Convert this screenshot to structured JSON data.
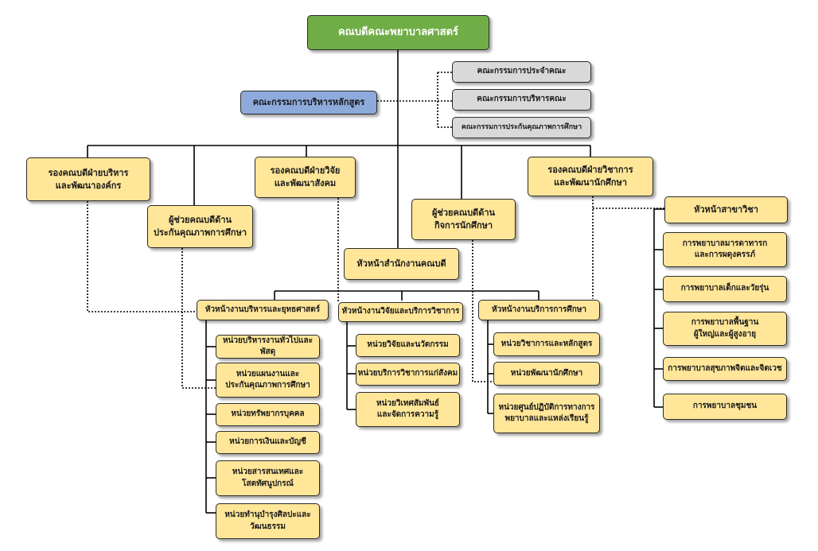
{
  "dean": "คณบดีคณะพยาบาลศาสตร์",
  "committees": {
    "curriculum": "คณะกรรมการบริหารหลักสูตร",
    "faculty_board": "คณะกรรมการประจำคณะ",
    "faculty_admin": "คณะกรรมการบริหารคณะ",
    "quality": "คณะกรรมการประกันคุณภาพการศึกษา"
  },
  "executives": {
    "vd_admin": "รองคณบดีฝ่ายบริหาร\nและพัฒนาองค์กร",
    "ad_quality": "ผู้ช่วยคณบดีด้าน\nประกันคุณภาพการศึกษา",
    "vd_research": "รองคณบดีฝ่ายวิจัย\nและพัฒนาสังคม",
    "ad_student": "ผู้ช่วยคณบดีด้าน\nกิจการนักศึกษา",
    "vd_academic": "รองคณบดีฝ่ายวิชาการ\nและพัฒนานักศึกษา",
    "office_head": "หัวหน้าสำนักงานคณบดี",
    "dept_head": "หัวหน้าสาขาวิชา"
  },
  "admin_section": {
    "head": "หัวหน้างานบริหารและยุทธศาสตร์",
    "units": [
      "หน่วยบริหารงานทั่วไปและพัสดุ",
      "หน่วยแผนงานและ\nประกันคุณภาพการศึกษา",
      "หน่วยทรัพยากรบุคคล",
      "หน่วยการเงินและบัญชี",
      "หน่วยสารสนเทศและ\nโสตทัศนูปกรณ์",
      "หน่วยทำนุบำรุงศิลปะและ\nวัฒนธรรม"
    ]
  },
  "research_section": {
    "head": "หัวหน้างานวิจัยและบริการวิชาการ",
    "units": [
      "หน่วยวิจัยและนวัตกรรม",
      "หน่วยบริการวิชาการแก่สังคม",
      "หน่วยวิเทศสัมพันธ์\nและจัดการความรู้"
    ]
  },
  "academic_section": {
    "head": "หัวหน้างานบริการการศึกษา",
    "units": [
      "หน่วยวิชาการและหลักสูตร",
      "หน่วยพัฒนานักศึกษา",
      "หน่วยศูนย์ปฏิบัติการทางการ\nพยาบาลและแหล่งเรียนรู้"
    ]
  },
  "departments": [
    "การพยาบาลมารดาทารก\nและการผดุงครรภ์",
    "การพยาบาลเด็กและวัยรุ่น",
    "การพยาบาลพื้นฐาน\nผู้ใหญ่และผู้สูงอายุ",
    "การพยาบาลสุขภาพจิตและจิตเวช",
    "การพยาบาลชุมชน"
  ]
}
